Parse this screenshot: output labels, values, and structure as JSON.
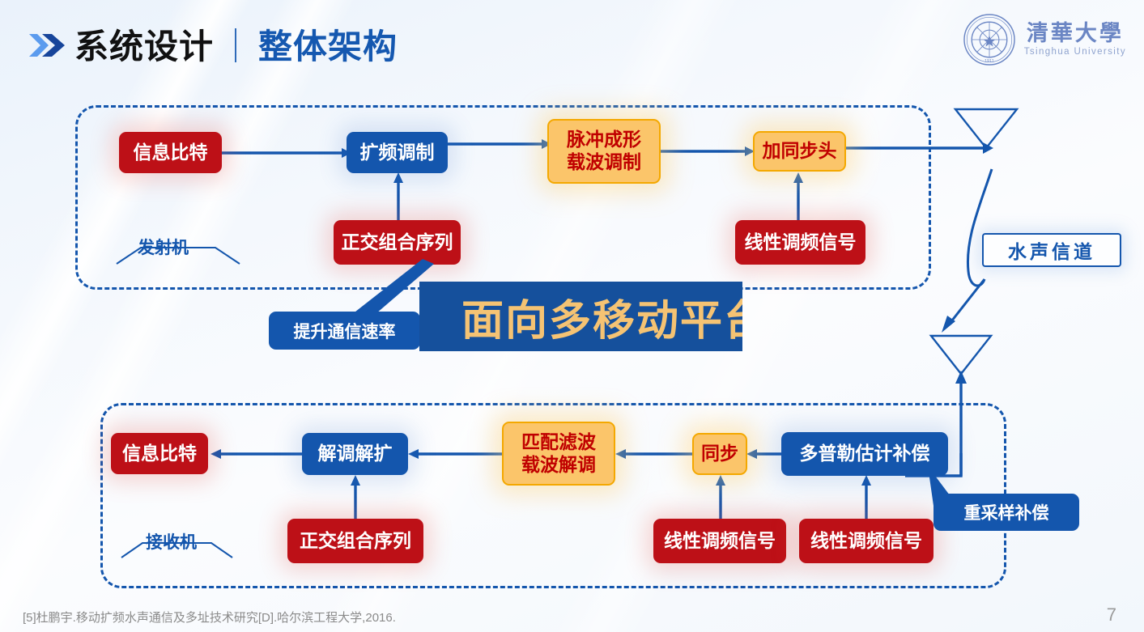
{
  "header": {
    "chevron_icon": "double-chevron-right-icon",
    "title_main": "系统设计",
    "title_divider": "｜",
    "title_sub": "整体架构",
    "logo": {
      "seal_icon": "tsinghua-seal-icon",
      "name_cn": "清華大學",
      "name_en": "Tsinghua University"
    }
  },
  "transmitter": {
    "frame_label": "发射机",
    "nodes": {
      "info_bits": "信息比特",
      "spread_modulation": "扩频调制",
      "ortho_sequence": "正交组合序列",
      "pulse_carrier": "脉冲成形\n载波调制",
      "add_sync_header": "加同步头",
      "chirp_signal": "线性调频信号"
    }
  },
  "channel": {
    "label": "水声信道",
    "tx_antenna_icon": "antenna-triangle-icon",
    "rx_antenna_icon": "antenna-triangle-icon"
  },
  "receiver": {
    "frame_label": "接收机",
    "nodes": {
      "info_bits": "信息比特",
      "demod_despread": "解调解扩",
      "ortho_sequence": "正交组合序列",
      "matched_filter": "匹配滤波\n载波解调",
      "sync": "同步",
      "chirp_signal_sync": "线性调频信号",
      "chirp_signal_doppler": "线性调频信号",
      "doppler_comp": "多普勒估计补偿"
    }
  },
  "callouts": {
    "rate_boost": "提升通信速率",
    "resample_comp": "重采样补偿"
  },
  "banner": {
    "text": "面向多移动平台"
  },
  "footer": {
    "citation": "[5]杜鹏宇.移动扩频水声通信及多址技术研究[D].哈尔滨工程大学,2016.",
    "page_number": "7"
  },
  "colors": {
    "red": "#bd1017",
    "blue": "#1456ad",
    "orange_fill": "#fbc56a",
    "orange_border": "#f4a800",
    "orange_text": "#c00000",
    "banner_bg": "#15509c",
    "banner_text": "#f5c373",
    "logo_blue": "#6b86c4"
  }
}
